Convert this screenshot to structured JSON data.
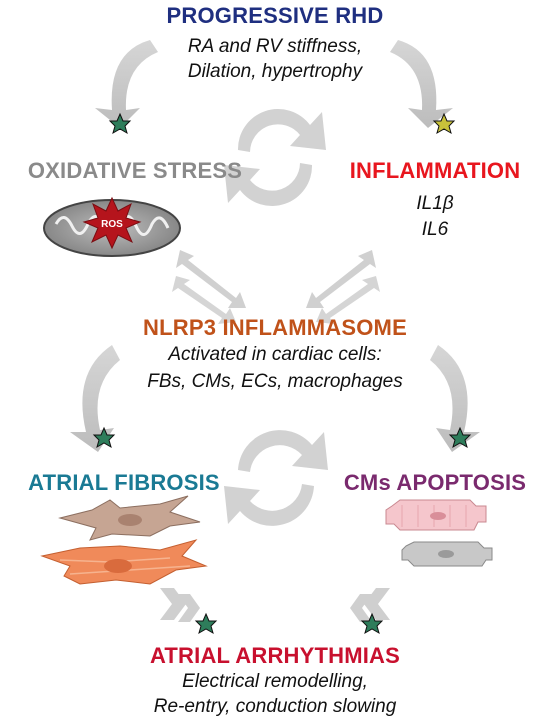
{
  "nodes": {
    "progressive_rhd": {
      "title": "PROGRESSIVE RHD",
      "lines": [
        "RA and RV stiffness,",
        "Dilation, hypertrophy"
      ],
      "color": "#1f2f80"
    },
    "oxidative_stress": {
      "title": "OXIDATIVE STRESS",
      "color": "#8a8a8a",
      "icon": "mitochondrion-icon",
      "icon_text": "ROS"
    },
    "inflammation": {
      "title": "INFLAMMATION",
      "lines": [
        "IL1β",
        "IL6"
      ],
      "color": "#e8161e"
    },
    "nlrp3": {
      "title": "NLRP3 INFLAMMASOME",
      "lines": [
        "Activated in cardiac cells:",
        "FBs, CMs, ECs, macrophages"
      ],
      "color": "#c0521a"
    },
    "atrial_fibrosis": {
      "title": "ATRIAL FIBROSIS",
      "color": "#1a7a94",
      "icon": "fibroblast-cells-icon"
    },
    "cms_apoptosis": {
      "title": "CMs APOPTOSIS",
      "color": "#7a2a6e",
      "icon": "cardiomyocyte-cells-icon"
    },
    "atrial_arrhythmias": {
      "title": "ATRIAL ARRHYTHMIAS",
      "lines": [
        "Electrical remodelling,",
        "Re-entry, conduction slowing"
      ],
      "color": "#c8102e"
    }
  },
  "arrow_color": "#c9c9c9",
  "star_colors": [
    "#2e7d5b",
    "#c9c23a"
  ]
}
